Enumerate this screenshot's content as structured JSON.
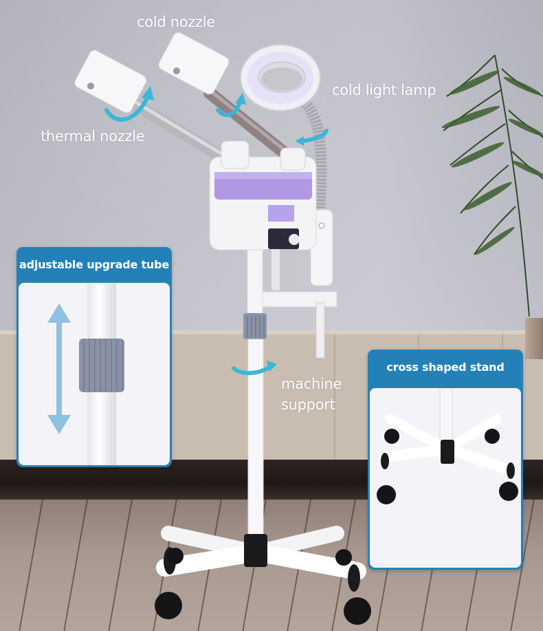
{
  "image": {
    "type": "product-feature-photo",
    "product": "facial steamer on rolling stand",
    "background": {
      "wall_color": "#bdbdc7",
      "floor_color": "#a89990",
      "baseboard_color": "#221b18"
    }
  },
  "callouts": {
    "cold_nozzle": "cold nozzle",
    "thermal_nozzle": "thermal nozzle",
    "cold_light_lamp": "cold light lamp",
    "machine_support": [
      "machine",
      "support"
    ]
  },
  "cards": {
    "tube": {
      "title": "adjustable upgrade tube",
      "header_color": "#2481b8",
      "arrow_color": "#8ec0e2",
      "knob_color": "#8b92a6"
    },
    "stand": {
      "title": "cross shaped stand",
      "header_color": "#2481b8"
    }
  },
  "colors": {
    "rotation_arrow": "#3bb6d6",
    "tank_purple": "#a98fe0",
    "body_white": "#f4f4f6"
  }
}
